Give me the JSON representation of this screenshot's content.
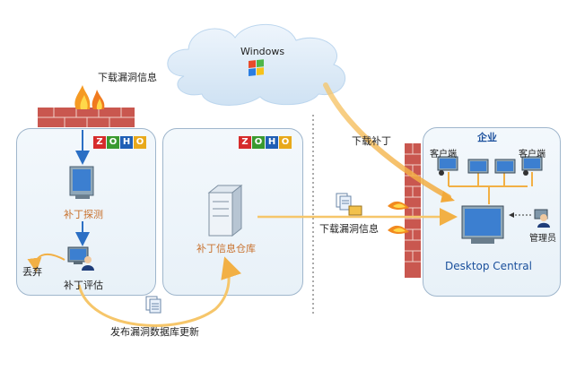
{
  "cloud": {
    "label": "Windows"
  },
  "left_panel": {
    "logo_letters": [
      "Z",
      "O",
      "H",
      "O"
    ],
    "patch_scan_label": "补丁探测",
    "patch_eval_label": "补丁评估",
    "discard_label": "丢弃"
  },
  "middle_panel": {
    "logo_letters": [
      "Z",
      "O",
      "H",
      "O"
    ],
    "repository_label": "补丁信息仓库"
  },
  "right_panel": {
    "enterprise_label": "企业",
    "client_labels": [
      "客户端",
      "客户端"
    ],
    "admin_label": "管理员",
    "product_label": "Desktop Central"
  },
  "flows": {
    "download_vuln_top": "下载漏洞信息",
    "download_patch": "下载补丁",
    "download_vuln_middle": "下载漏洞信息",
    "publish_db_update": "发布漏洞数据库更新"
  },
  "colors": {
    "zoho": [
      "#d62b2b",
      "#3a9a2f",
      "#1f5fb5",
      "#e8a91b"
    ],
    "orange_arrow": "#f2b045",
    "blue_arrow": "#2b6fc4",
    "firewall": "#c9574f"
  }
}
